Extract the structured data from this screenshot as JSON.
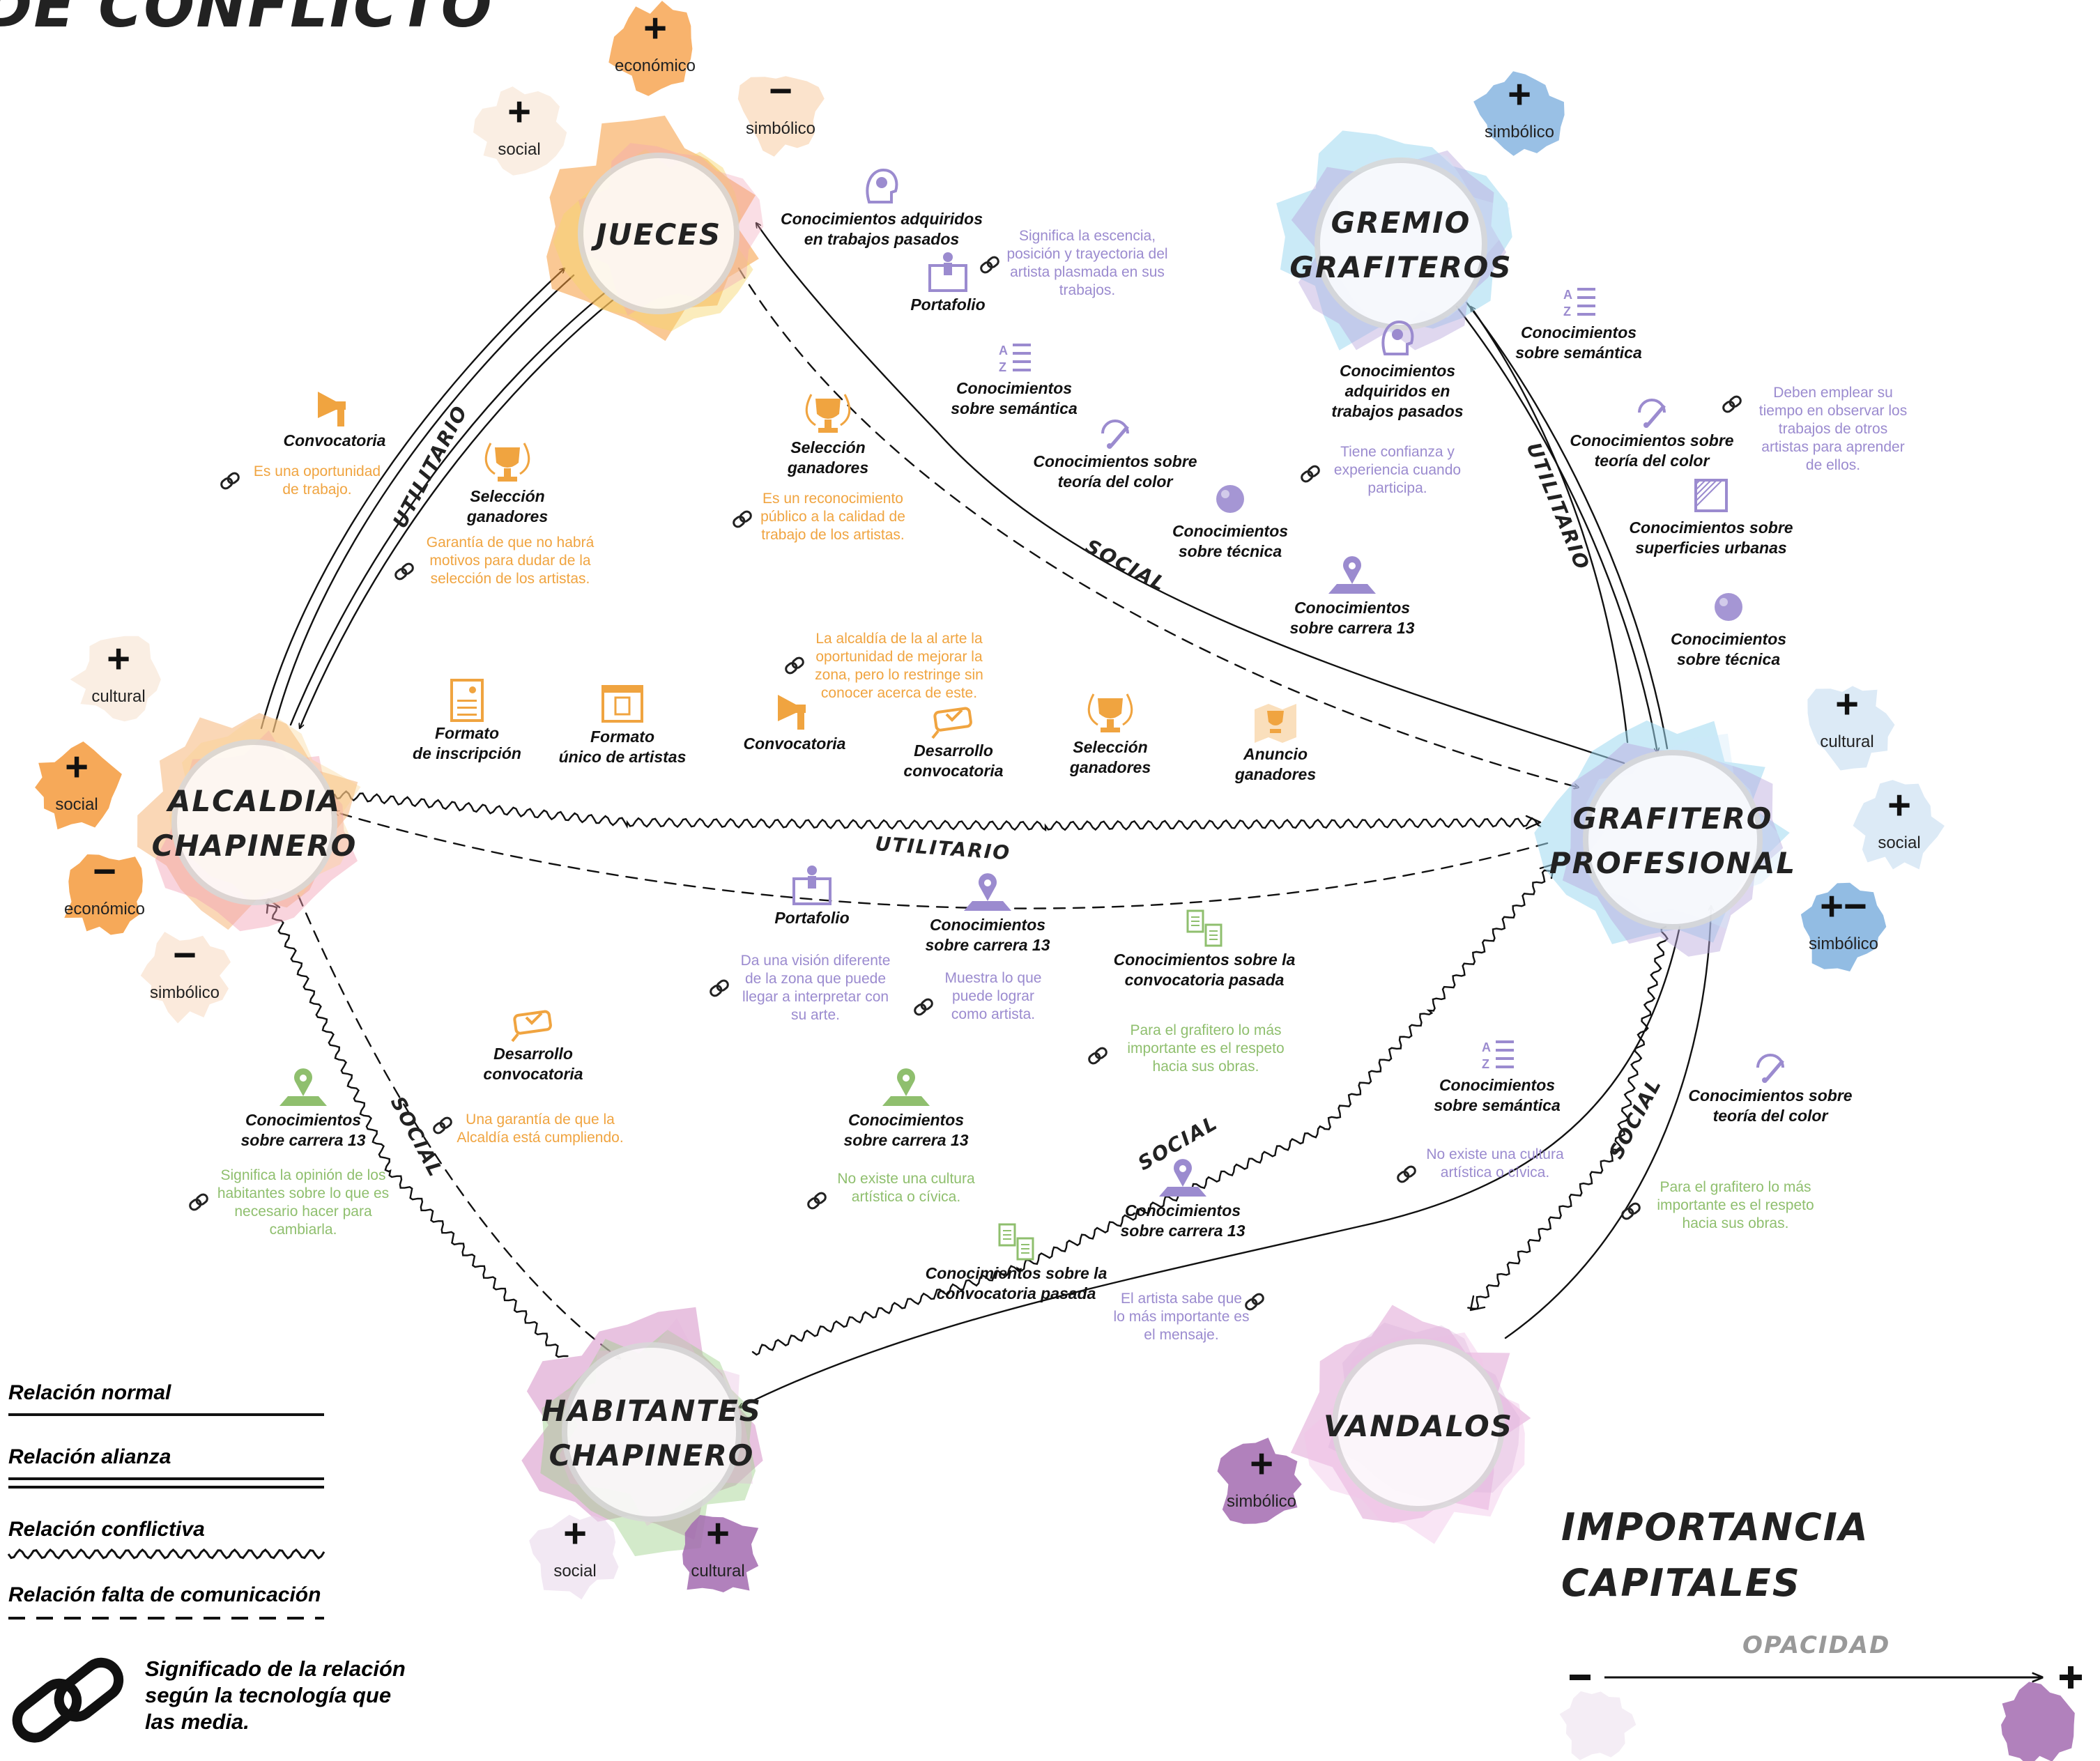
{
  "title": "DE CONFLICTO",
  "actors": {
    "jueces": [
      "JUECES"
    ],
    "gremio": [
      "GREMIO",
      "GRAFITEROS"
    ],
    "alcaldia": [
      "ALCALDIA",
      "CHAPINERO"
    ],
    "grafitero": [
      "GRAFITERO",
      "PROFESIONAL"
    ],
    "habitantes": [
      "HABITANTES",
      "CHAPINERO"
    ],
    "vandalos": [
      "VANDALOS"
    ]
  },
  "capital_labels": {
    "economico": "económico",
    "simbolico": "simbólico",
    "social": "social",
    "cultural": "cultural"
  },
  "relation_types": {
    "utilitario": "UTILITARIO",
    "social": "SOCIAL"
  },
  "nodes": [
    {
      "label": "Conocimientos adquiridos\nen trabajos pasados",
      "icon": "head-icon",
      "cat": "knowledge"
    },
    {
      "label": "Portafolio",
      "icon": "portfolio-icon",
      "cat": "knowledge"
    },
    {
      "label": "Conocimientos\nsobre semántica",
      "icon": "az-list-icon",
      "cat": "knowledge"
    },
    {
      "label": "Conocimientos sobre\nteoría del color",
      "icon": "color-dropper-icon",
      "cat": "knowledge"
    },
    {
      "label": "Conocimientos\nsobre técnica",
      "icon": "sphere-icon",
      "cat": "knowledge"
    },
    {
      "label": "Conocimientos\nsobre carrera 13",
      "icon": "map-pin-icon",
      "cat": "knowledge"
    },
    {
      "label": "Conocimientos\nsobre semántica",
      "icon": "az-list-icon",
      "cat": "knowledge"
    },
    {
      "label": "Conocimientos\nadquiridos en\ntrabajos pasados",
      "icon": "head-icon",
      "cat": "knowledge"
    },
    {
      "label": "Conocimientos sobre\nteoría del color",
      "icon": "color-dropper-icon",
      "cat": "knowledge"
    },
    {
      "label": "Conocimientos sobre\nsuperficies urbanas",
      "icon": "surface-icon",
      "cat": "knowledge"
    },
    {
      "label": "Conocimientos\nsobre técnica",
      "icon": "sphere-icon",
      "cat": "knowledge"
    },
    {
      "label": "Convocatoria",
      "icon": "megaphone-icon",
      "cat": "institutional"
    },
    {
      "label": "Selección\nganadores",
      "icon": "trophy-icon",
      "cat": "institutional"
    },
    {
      "label": "Selección\nganadores",
      "icon": "trophy-icon",
      "cat": "institutional"
    },
    {
      "label": "Formato\nde inscripción",
      "icon": "form-icon",
      "cat": "institutional"
    },
    {
      "label": "Formato\núnico de artistas",
      "icon": "window-form-icon",
      "cat": "institutional"
    },
    {
      "label": "Convocatoria",
      "icon": "megaphone-icon",
      "cat": "institutional"
    },
    {
      "label": "Desarrollo\nconvocatoria",
      "icon": "progress-icon",
      "cat": "institutional"
    },
    {
      "label": "Selección\nganadores",
      "icon": "trophy-icon",
      "cat": "institutional"
    },
    {
      "label": "Anuncio\nganadores",
      "icon": "announcement-icon",
      "cat": "institutional"
    },
    {
      "label": "Portafolio",
      "icon": "portfolio-icon",
      "cat": "knowledge"
    },
    {
      "label": "Conocimientos\nsobre carrera 13",
      "icon": "map-pin-icon",
      "cat": "knowledge"
    },
    {
      "label": "Conocimientos sobre la\nconvocatoria pasada",
      "icon": "documents-icon",
      "cat": "community"
    },
    {
      "label": "Desarrollo\nconvocatoria",
      "icon": "progress-icon",
      "cat": "institutional"
    },
    {
      "label": "Conocimientos\nsobre carrera 13",
      "icon": "map-pin-icon",
      "cat": "community"
    },
    {
      "label": "Conocimientos\nsobre carrera 13",
      "icon": "map-pin-icon",
      "cat": "community"
    },
    {
      "label": "Conocimientos\nsobre semántica",
      "icon": "az-list-icon",
      "cat": "knowledge"
    },
    {
      "label": "Conocimientos sobre\nteoría del color",
      "icon": "color-dropper-icon",
      "cat": "knowledge"
    },
    {
      "label": "Conocimientos\nsobre carrera 13",
      "icon": "map-pin-icon",
      "cat": "knowledge"
    },
    {
      "label": "Conocimientos sobre la\nconvocatoria pasada",
      "icon": "documents-icon",
      "cat": "community"
    }
  ],
  "notes": [
    {
      "text": "Significa la escencia,\nposición y  trayectoria del\nartista plasmada en sus\ntrabajos.",
      "cat": "knowledge"
    },
    {
      "text": "Tiene confianza y\nexperiencia cuando\nparticipa.",
      "cat": "knowledge"
    },
    {
      "text": "Deben emplear su\ntiempo en observar los\ntrabajos de otros\nartistas para aprender\nde ellos.",
      "cat": "knowledge"
    },
    {
      "text": "Es una oportunidad\nde trabajo.",
      "cat": "institutional"
    },
    {
      "text": "Garantía de que no habrá\nmotivos para dudar de la\nselección de los artistas.",
      "cat": "institutional"
    },
    {
      "text": "Es un reconocimiento\npúblico a la calidad de\ntrabajo de los artistas.",
      "cat": "institutional"
    },
    {
      "text": "La alcaldía de la al arte la\noportunidad de mejorar la\nzona, pero lo restringe sin\nconocer acerca de este.",
      "cat": "institutional"
    },
    {
      "text": "Da una visión diferente\nde la zona que puede\nllegar a interpretar con\nsu arte.",
      "cat": "knowledge"
    },
    {
      "text": "Muestra lo que\npuede lograr\ncomo artista.",
      "cat": "knowledge"
    },
    {
      "text": "Para el grafitero lo más\nimportante es el respeto\nhacia sus obras.",
      "cat": "community"
    },
    {
      "text": "Una garantía de que la\nAlcaldía está cumpliendo.",
      "cat": "institutional"
    },
    {
      "text": "Significa la opinión de los\nhabitantes sobre lo que es\nnecesario hacer para\ncambiarla.",
      "cat": "community"
    },
    {
      "text": "No existe una cultura\nartística o cívica.",
      "cat": "community"
    },
    {
      "text": "No existe una cultura\nartística o cívica.",
      "cat": "knowledge"
    },
    {
      "text": "El artista sabe que\nlo más importante es\nel mensaje.",
      "cat": "knowledge"
    },
    {
      "text": "Para el grafitero lo más\nimportante es el respeto\nhacia sus obras.",
      "cat": "community"
    }
  ],
  "legend": {
    "normal": "Relación normal",
    "alianza": "Relación alianza",
    "conflictiva": "Relación conflictiva",
    "falta": "Relación falta de comunicación",
    "significado": "Significado de la relación\nsegún la tecnología que\nlas media."
  },
  "importance": {
    "title": [
      "IMPORTANCIA",
      "CAPITALES"
    ],
    "opacity": "OPACIDAD"
  },
  "colors": {
    "institutional": "#f0a440",
    "knowledge": "#9b8bcf",
    "community": "#8fbf6e",
    "orange": "#f59a3c",
    "blue": "#7fb0de",
    "lightblue": "#9fd8f0",
    "purple": "#a36bb0",
    "pink": "#d68fc6",
    "green": "#9ed08a"
  }
}
